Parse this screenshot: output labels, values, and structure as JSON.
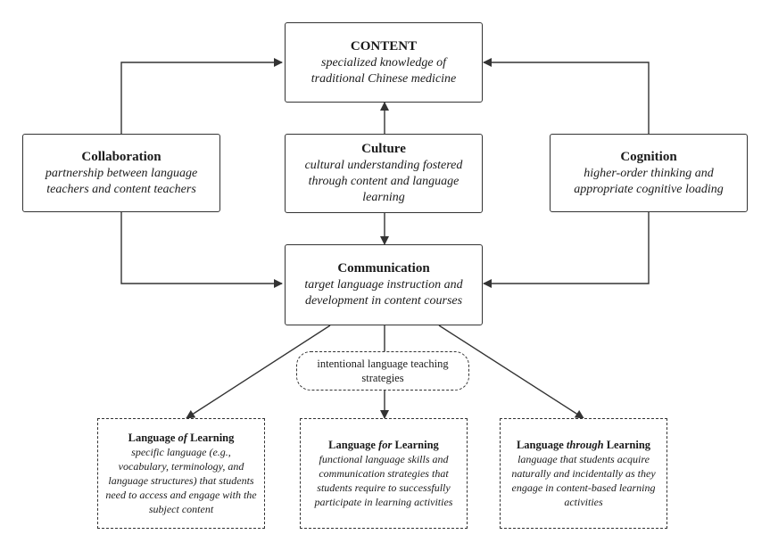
{
  "content": {
    "title": "CONTENT",
    "desc": "specialized knowledge of traditional Chinese medicine"
  },
  "collaboration": {
    "title": "Collaboration",
    "desc": "partnership between language teachers and content teachers"
  },
  "culture": {
    "title": "Culture",
    "desc": "cultural understanding fostered through content and language learning"
  },
  "cognition": {
    "title": "Cognition",
    "desc": "higher-order thinking and appropriate cognitive loading"
  },
  "communication": {
    "title": "Communication",
    "desc": "target language instruction and development in content courses"
  },
  "strategies": {
    "label": "intentional language teaching strategies"
  },
  "lang_of": {
    "title_pre": "Language ",
    "title_em": "of",
    "title_post": " Learning",
    "desc": "specific language (e.g., vocabulary, terminology, and language structures) that students need to access and engage with the subject content"
  },
  "lang_for": {
    "title_pre": "Language ",
    "title_em": "for",
    "title_post": " Learning",
    "desc": "functional language skills and communication strategies that students require to successfully participate in learning activities"
  },
  "lang_through": {
    "title_pre": "Language ",
    "title_em": "through",
    "title_post": " Learning",
    "desc": "language that students acquire naturally and incidentally as they engage in content-based learning activities"
  }
}
